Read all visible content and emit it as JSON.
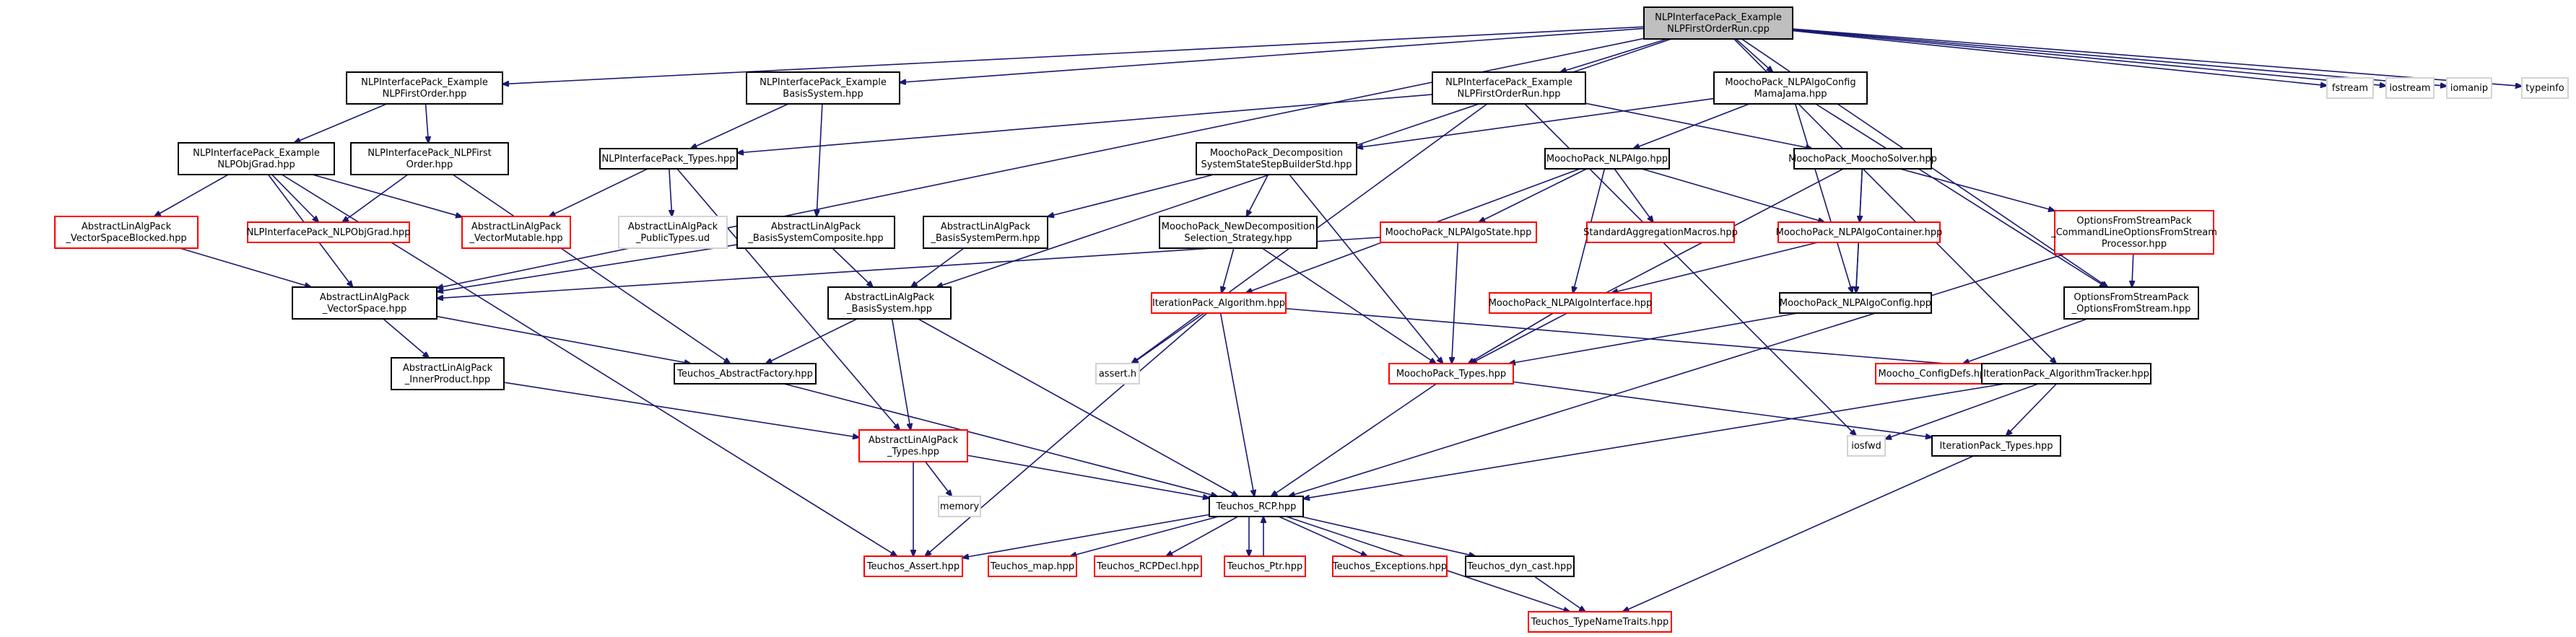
{
  "colors": {
    "edge": "#191970",
    "root_fill": "#bfbfbf",
    "root_stroke": "#000000",
    "normal_stroke": "#000000",
    "red_stroke": "#ff0000",
    "gray_stroke": "#d3d3d3",
    "text": "#000000",
    "background": "#ffffff"
  },
  "nodes": [
    {
      "id": "root",
      "style": "root",
      "lines": [
        "NLPInterfacePack_Example",
        "NLPFirstOrderRun.cpp"
      ]
    },
    {
      "id": "exFO",
      "style": "normal",
      "lines": [
        "NLPInterfacePack_Example",
        "NLPFirstOrder.hpp"
      ]
    },
    {
      "id": "exBS",
      "style": "normal",
      "lines": [
        "NLPInterfacePack_Example",
        "BasisSystem.hpp"
      ]
    },
    {
      "id": "exFOR",
      "style": "normal",
      "lines": [
        "NLPInterfacePack_Example",
        "NLPFirstOrderRun.hpp"
      ]
    },
    {
      "id": "mjConfig",
      "style": "normal",
      "lines": [
        "MoochoPack_NLPAlgoConfig",
        "MamaJama.hpp"
      ]
    },
    {
      "id": "fstream",
      "style": "gray",
      "lines": [
        "fstream"
      ]
    },
    {
      "id": "iostream",
      "style": "gray",
      "lines": [
        "iostream"
      ]
    },
    {
      "id": "iomanip",
      "style": "gray",
      "lines": [
        "iomanip"
      ]
    },
    {
      "id": "typeinfo",
      "style": "gray",
      "lines": [
        "typeinfo"
      ]
    },
    {
      "id": "exObjGrad",
      "style": "normal",
      "lines": [
        "NLPInterfacePack_Example",
        "NLPObjGrad.hpp"
      ]
    },
    {
      "id": "nlpFO",
      "style": "normal",
      "lines": [
        "NLPInterfacePack_NLPFirst",
        "Order.hpp"
      ]
    },
    {
      "id": "nlpTypes",
      "style": "normal",
      "lines": [
        "NLPInterfacePack_Types.hpp"
      ]
    },
    {
      "id": "decomp",
      "style": "normal",
      "lines": [
        "MoochoPack_Decomposition",
        "SystemStateStepBuilderStd.hpp"
      ]
    },
    {
      "id": "nlpAlgo",
      "style": "normal",
      "lines": [
        "MoochoPack_NLPAlgo.hpp"
      ]
    },
    {
      "id": "solver",
      "style": "normal",
      "lines": [
        "MoochoPack_MoochoSolver.hpp"
      ]
    },
    {
      "id": "vsBlocked",
      "style": "red",
      "lines": [
        "AbstractLinAlgPack",
        "_VectorSpaceBlocked.hpp"
      ]
    },
    {
      "id": "nlpObjGrad",
      "style": "red",
      "lines": [
        "NLPInterfacePack_NLPObjGrad.hpp"
      ]
    },
    {
      "id": "vMutable",
      "style": "red",
      "lines": [
        "AbstractLinAlgPack",
        "_VectorMutable.hpp"
      ]
    },
    {
      "id": "pubTypes",
      "style": "gray",
      "lines": [
        "AbstractLinAlgPack",
        "_PublicTypes.ud"
      ]
    },
    {
      "id": "bsComposite",
      "style": "normal",
      "lines": [
        "AbstractLinAlgPack",
        "_BasisSystemComposite.hpp"
      ]
    },
    {
      "id": "bsPerm",
      "style": "normal",
      "lines": [
        "AbstractLinAlgPack",
        "_BasisSystemPerm.hpp"
      ]
    },
    {
      "id": "newDecomp",
      "style": "normal",
      "lines": [
        "MoochoPack_NewDecomposition",
        "Selection_Strategy.hpp"
      ]
    },
    {
      "id": "algoState",
      "style": "red",
      "lines": [
        "MoochoPack_NLPAlgoState.hpp"
      ]
    },
    {
      "id": "stdAgg",
      "style": "red",
      "lines": [
        "StandardAggregationMacros.hpp"
      ]
    },
    {
      "id": "algoContainer",
      "style": "red",
      "lines": [
        "MoochoPack_NLPAlgoContainer.hpp"
      ]
    },
    {
      "id": "optCmd",
      "style": "red",
      "lines": [
        "OptionsFromStreamPack",
        "_CommandLineOptionsFromStream",
        "Processor.hpp"
      ]
    },
    {
      "id": "vSpace",
      "style": "normal",
      "lines": [
        "AbstractLinAlgPack",
        "_VectorSpace.hpp"
      ]
    },
    {
      "id": "basisSys",
      "style": "normal",
      "lines": [
        "AbstractLinAlgPack",
        "_BasisSystem.hpp"
      ]
    },
    {
      "id": "iterAlgo",
      "style": "red",
      "lines": [
        "IterationPack_Algorithm.hpp"
      ]
    },
    {
      "id": "algoInterface",
      "style": "red",
      "lines": [
        "MoochoPack_NLPAlgoInterface.hpp"
      ]
    },
    {
      "id": "algoConfig",
      "style": "normal",
      "lines": [
        "MoochoPack_NLPAlgoConfig.hpp"
      ]
    },
    {
      "id": "optStream",
      "style": "normal",
      "lines": [
        "OptionsFromStreamPack",
        "_OptionsFromStream.hpp"
      ]
    },
    {
      "id": "innerProd",
      "style": "normal",
      "lines": [
        "AbstractLinAlgPack",
        "_InnerProduct.hpp"
      ]
    },
    {
      "id": "absFactory",
      "style": "normal",
      "lines": [
        "Teuchos_AbstractFactory.hpp"
      ]
    },
    {
      "id": "asserth",
      "style": "gray",
      "lines": [
        "assert.h"
      ]
    },
    {
      "id": "mTypes",
      "style": "red",
      "lines": [
        "MoochoPack_Types.hpp"
      ]
    },
    {
      "id": "cfgDefs",
      "style": "red",
      "lines": [
        "Moocho_ConfigDefs.hpp"
      ]
    },
    {
      "id": "tracker",
      "style": "normal",
      "lines": [
        "IterationPack_AlgorithmTracker.hpp"
      ]
    },
    {
      "id": "alaTypes",
      "style": "red",
      "lines": [
        "AbstractLinAlgPack",
        "_Types.hpp"
      ]
    },
    {
      "id": "iosfwd",
      "style": "gray",
      "lines": [
        "iosfwd"
      ]
    },
    {
      "id": "iterTypes",
      "style": "normal",
      "lines": [
        "IterationPack_Types.hpp"
      ]
    },
    {
      "id": "memory",
      "style": "gray",
      "lines": [
        "memory"
      ]
    },
    {
      "id": "rcp",
      "style": "normal",
      "lines": [
        "Teuchos_RCP.hpp"
      ]
    },
    {
      "id": "tAssert",
      "style": "red",
      "lines": [
        "Teuchos_Assert.hpp"
      ]
    },
    {
      "id": "tMap",
      "style": "red",
      "lines": [
        "Teuchos_map.hpp"
      ]
    },
    {
      "id": "rcpDecl",
      "style": "red",
      "lines": [
        "Teuchos_RCPDecl.hpp"
      ]
    },
    {
      "id": "tPtr",
      "style": "red",
      "lines": [
        "Teuchos_Ptr.hpp"
      ]
    },
    {
      "id": "tExc",
      "style": "red",
      "lines": [
        "Teuchos_Exceptions.hpp"
      ]
    },
    {
      "id": "dynCast",
      "style": "normal",
      "lines": [
        "Teuchos_dyn_cast.hpp"
      ]
    },
    {
      "id": "typeName",
      "style": "red",
      "lines": [
        "Teuchos_TypeNameTraits.hpp"
      ]
    }
  ],
  "edges": [
    [
      "root",
      "exFO"
    ],
    [
      "root",
      "exBS"
    ],
    [
      "root",
      "exFOR"
    ],
    [
      "root",
      "mjConfig"
    ],
    [
      "root",
      "fstream"
    ],
    [
      "root",
      "iostream"
    ],
    [
      "root",
      "iomanip"
    ],
    [
      "root",
      "typeinfo"
    ],
    [
      "root",
      "vSpace"
    ],
    [
      "root",
      "basisSys"
    ],
    [
      "root",
      "optStream"
    ],
    [
      "root",
      "tracker"
    ],
    [
      "exFO",
      "exObjGrad"
    ],
    [
      "exFO",
      "nlpFO"
    ],
    [
      "exBS",
      "nlpTypes"
    ],
    [
      "exBS",
      "bsComposite"
    ],
    [
      "exFOR",
      "nlpTypes"
    ],
    [
      "exFOR",
      "solver"
    ],
    [
      "exFOR",
      "asserth"
    ],
    [
      "exFOR",
      "iosfwd"
    ],
    [
      "mjConfig",
      "nlpAlgo"
    ],
    [
      "mjConfig",
      "decomp"
    ],
    [
      "mjConfig",
      "algoConfig"
    ],
    [
      "mjConfig",
      "optStream"
    ],
    [
      "exObjGrad",
      "vsBlocked"
    ],
    [
      "exObjGrad",
      "nlpObjGrad"
    ],
    [
      "exObjGrad",
      "vMutable"
    ],
    [
      "exObjGrad",
      "vSpace"
    ],
    [
      "exObjGrad",
      "tAssert"
    ],
    [
      "nlpFO",
      "nlpObjGrad"
    ],
    [
      "nlpFO",
      "absFactory"
    ],
    [
      "nlpTypes",
      "vMutable"
    ],
    [
      "nlpTypes",
      "pubTypes"
    ],
    [
      "nlpTypes",
      "alaTypes"
    ],
    [
      "decomp",
      "bsPerm"
    ],
    [
      "decomp",
      "newDecomp"
    ],
    [
      "decomp",
      "mTypes"
    ],
    [
      "nlpAlgo",
      "algoState"
    ],
    [
      "nlpAlgo",
      "stdAgg"
    ],
    [
      "nlpAlgo",
      "algoContainer"
    ],
    [
      "nlpAlgo",
      "iterAlgo"
    ],
    [
      "nlpAlgo",
      "algoInterface"
    ],
    [
      "solver",
      "algoContainer"
    ],
    [
      "solver",
      "optCmd"
    ],
    [
      "solver",
      "algoConfig"
    ],
    [
      "solver",
      "mTypes"
    ],
    [
      "vsBlocked",
      "vSpace"
    ],
    [
      "bsComposite",
      "vSpace"
    ],
    [
      "bsComposite",
      "basisSys"
    ],
    [
      "bsPerm",
      "basisSys"
    ],
    [
      "newDecomp",
      "iterAlgo"
    ],
    [
      "newDecomp",
      "mTypes"
    ],
    [
      "algoState",
      "vSpace"
    ],
    [
      "algoState",
      "mTypes"
    ],
    [
      "algoContainer",
      "algoInterface"
    ],
    [
      "algoContainer",
      "algoConfig"
    ],
    [
      "optCmd",
      "optStream"
    ],
    [
      "optCmd",
      "rcp"
    ],
    [
      "vSpace",
      "innerProd"
    ],
    [
      "vSpace",
      "absFactory"
    ],
    [
      "basisSys",
      "absFactory"
    ],
    [
      "basisSys",
      "alaTypes"
    ],
    [
      "basisSys",
      "rcp"
    ],
    [
      "iterAlgo",
      "asserth"
    ],
    [
      "iterAlgo",
      "rcp"
    ],
    [
      "iterAlgo",
      "tAssert"
    ],
    [
      "iterAlgo",
      "tracker"
    ],
    [
      "algoInterface",
      "mTypes"
    ],
    [
      "algoConfig",
      "mTypes"
    ],
    [
      "optStream",
      "cfgDefs"
    ],
    [
      "innerProd",
      "alaTypes"
    ],
    [
      "absFactory",
      "rcp"
    ],
    [
      "mTypes",
      "rcp"
    ],
    [
      "mTypes",
      "iterTypes"
    ],
    [
      "tracker",
      "iosfwd"
    ],
    [
      "tracker",
      "iterTypes"
    ],
    [
      "tracker",
      "rcp"
    ],
    [
      "alaTypes",
      "memory"
    ],
    [
      "alaTypes",
      "rcp"
    ],
    [
      "alaTypes",
      "tAssert"
    ],
    [
      "iterTypes",
      "typeName"
    ],
    [
      "rcp",
      "tAssert"
    ],
    [
      "rcp",
      "tMap"
    ],
    [
      "rcp",
      "rcpDecl"
    ],
    [
      "rcp",
      "tPtr"
    ],
    [
      "rcp",
      "tExc"
    ],
    [
      "rcp",
      "dynCast"
    ],
    [
      "rcp",
      "typeName"
    ],
    [
      "tPtr",
      "rcp"
    ],
    [
      "dynCast",
      "typeName"
    ]
  ]
}
